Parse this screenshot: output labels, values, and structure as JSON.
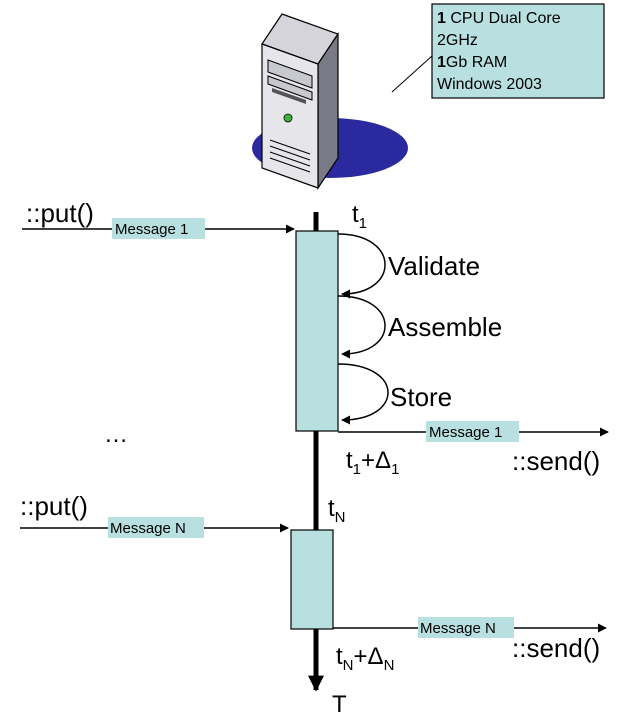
{
  "server": {
    "specs": [
      {
        "bold": "1",
        "text": " CPU Dual Core"
      },
      {
        "bold": "",
        "text": "2GHz"
      },
      {
        "bold": "1",
        "text": "Gb RAM"
      },
      {
        "bold": "",
        "text": "Windows 2003"
      }
    ]
  },
  "flow": {
    "put_label": "::put()",
    "send_label": "::send()",
    "message_1": "Message 1",
    "message_n": "Message N",
    "ellipsis": "…",
    "axis_label": "T",
    "steps": [
      "Validate",
      "Assemble",
      "Store"
    ],
    "t1": {
      "base": "t",
      "sub": "1"
    },
    "t1_delta": {
      "base": "t",
      "sub": "1",
      "plus": "+",
      "delta": "Δ",
      "delta_sub": "1"
    },
    "tn": {
      "base": "t",
      "sub": "N"
    },
    "tn_delta": {
      "base": "t",
      "sub": "N",
      "plus": "+",
      "delta": "Δ",
      "delta_sub": "N"
    }
  },
  "colors": {
    "box_fill": "#b8e0e0",
    "server_body": "#dadade",
    "server_shadow": "#2a2a9e",
    "line": "#000000"
  }
}
